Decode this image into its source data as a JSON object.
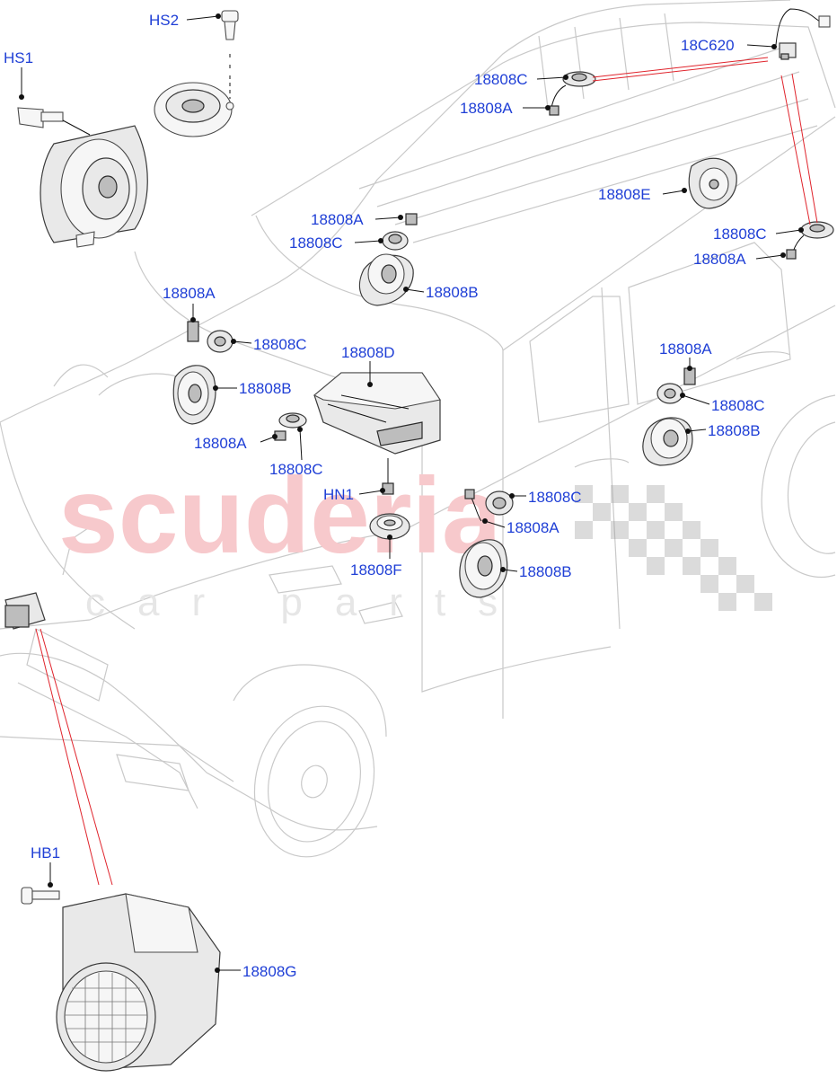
{
  "watermark": {
    "brand": "scuderia",
    "sub": "car parts"
  },
  "labels": [
    {
      "id": "hs2",
      "text": "HS2"
    },
    {
      "id": "hs1",
      "text": "HS1"
    },
    {
      "id": "c620",
      "text": "18C620"
    },
    {
      "id": "rc-roof",
      "text": "18808C"
    },
    {
      "id": "ra-roof",
      "text": "18808A"
    },
    {
      "id": "e",
      "text": "18808E"
    },
    {
      "id": "rc-rq",
      "text": "18808C"
    },
    {
      "id": "ra-rq",
      "text": "18808A"
    },
    {
      "id": "a-pil",
      "text": "18808A"
    },
    {
      "id": "c-pil",
      "text": "18808C"
    },
    {
      "id": "b-pil",
      "text": "18808B"
    },
    {
      "id": "a-fd",
      "text": "18808A"
    },
    {
      "id": "c-fd",
      "text": "18808C"
    },
    {
      "id": "b-fd",
      "text": "18808B"
    },
    {
      "id": "d",
      "text": "18808D"
    },
    {
      "id": "a-dc",
      "text": "18808A"
    },
    {
      "id": "c-dc",
      "text": "18808C"
    },
    {
      "id": "hn1",
      "text": "HN1"
    },
    {
      "id": "f",
      "text": "18808F"
    },
    {
      "id": "c-fl",
      "text": "18808C"
    },
    {
      "id": "a-fl",
      "text": "18808A"
    },
    {
      "id": "b-fl",
      "text": "18808B"
    },
    {
      "id": "a-rd",
      "text": "18808A"
    },
    {
      "id": "c-rd",
      "text": "18808C"
    },
    {
      "id": "b-rd",
      "text": "18808B"
    },
    {
      "id": "hb1",
      "text": "HB1"
    },
    {
      "id": "g",
      "text": "18808G"
    }
  ]
}
